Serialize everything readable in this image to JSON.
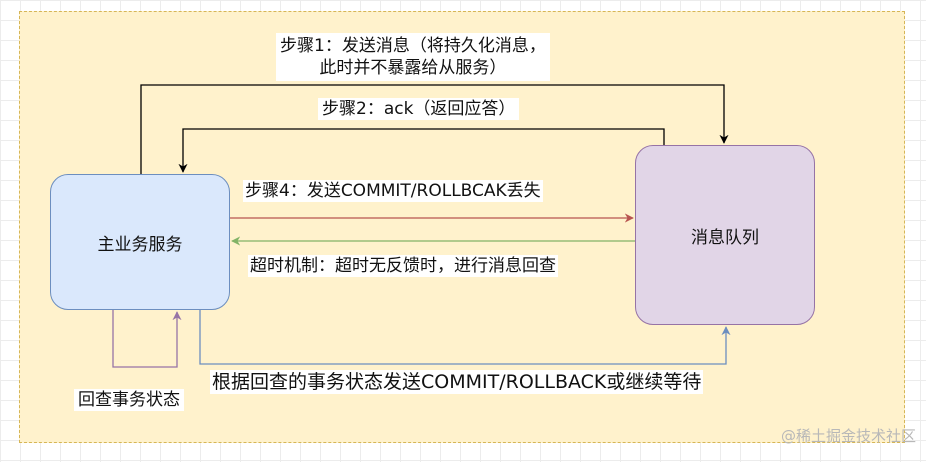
{
  "nodes": {
    "main_service": "主业务服务",
    "message_queue": "消息队列"
  },
  "edges": {
    "step1": [
      "步骤1：发送消息（将持久化消息，",
      "此时并不暴露给从服务）"
    ],
    "step2": "步骤2：ack（返回应答）",
    "step4": "步骤4：发送COMMIT/ROLLBCAK丢失",
    "timeout": "超时机制：超时无反馈时，进行消息回查",
    "final": "根据回查的事务状态发送COMMIT/ROLLBACK或继续等待",
    "self_check": "回查事务状态"
  },
  "colors": {
    "frame_fill": "#fff2cc",
    "frame_border": "#d6b656",
    "main_fill": "#dae8fc",
    "main_border": "#6c8ebf",
    "mq_fill": "#e1d5e7",
    "mq_border": "#9673a6",
    "step4_arrow": "#b85450",
    "timeout_arrow": "#82b366",
    "final_arrow": "#6c8ebf",
    "self_arrow": "#9673a6"
  },
  "watermark": "@稀土掘金技术社区"
}
